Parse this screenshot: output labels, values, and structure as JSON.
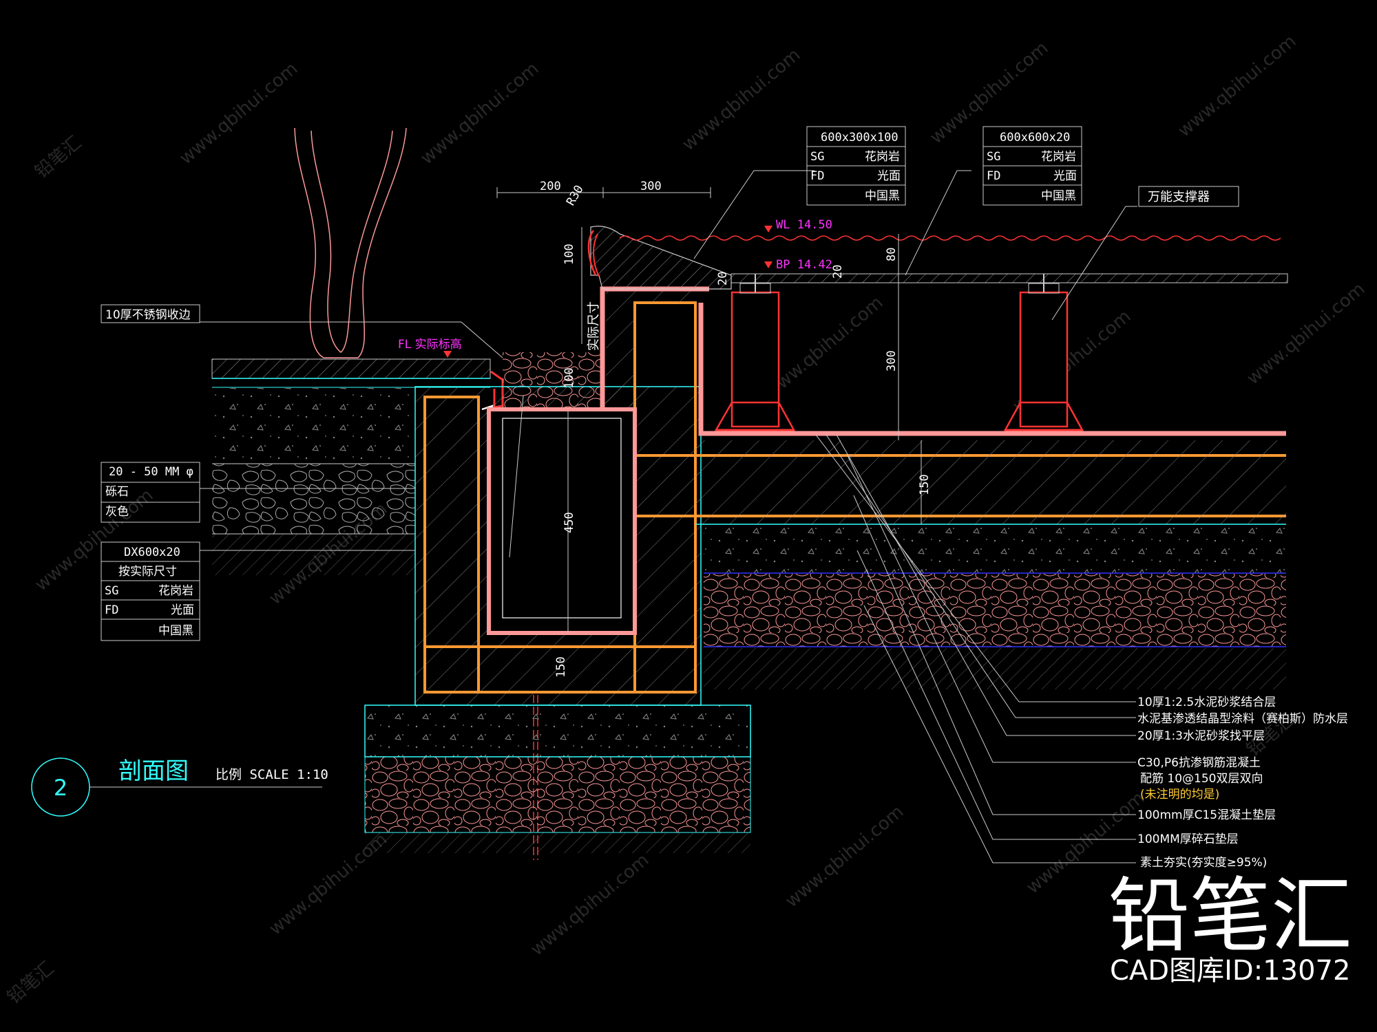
{
  "top_dims": [
    "200",
    "300"
  ],
  "radius": "R30",
  "side_dims": [
    "100",
    "100",
    "80",
    "300",
    "20",
    "20",
    "450",
    "150",
    "150"
  ],
  "actual_size": "实际尺寸",
  "wl": "WL 14.50",
  "bp": "BP 14.42",
  "fl": "FL 实际标高",
  "edge_label": "10厚不锈钢收边",
  "coping_table": {
    "size": "600x300x100",
    "r1a": "SG",
    "r1b": "花岗岩",
    "r2a": "FD",
    "r2b": "光面",
    "r3": "中国黑"
  },
  "deck_table": {
    "size": "600x600x20",
    "r1a": "SG",
    "r1b": "花岗岩",
    "r2a": "FD",
    "r2b": "光面",
    "r3": "中国黑"
  },
  "support_label": "万能支撑器",
  "gravel_table": {
    "r1": "20 - 50 MM φ",
    "r2": "砾石",
    "r3": "灰色"
  },
  "grate_table": {
    "r1": "DX600x20",
    "r2": "按实际尺寸",
    "r3a": "SG",
    "r3b": "花岗岩",
    "r4a": "FD",
    "r4b": "光面",
    "r5": "中国黑"
  },
  "legend": {
    "l1": "10厚1:2.5水泥砂浆结合层",
    "l2": "水泥基渗透结晶型涂料（赛柏斯）防水层",
    "l3": "20厚1:3水泥砂浆找平层",
    "l4": "C30,P6抗渗钢筋混凝土",
    "l5": "配筋￼     10@150双层双向",
    "l6": "(未注明的均是)",
    "l7": "100mm厚C15混凝土垫层",
    "l8": "100MM厚碎石垫层",
    "l9": "素土夯实(夯实度≥95%)"
  },
  "title": {
    "num": "2",
    "name": "剖面图",
    "scale": "比例 SCALE 1:10"
  },
  "brand": {
    "logo": "铅笔汇",
    "id": "CAD图库ID:13072"
  },
  "watermark": "www.qbihui.com",
  "colors": {
    "bg": "#000000",
    "concrete": "#ff9933",
    "cyan": "#33ffff",
    "white": "#ffffff",
    "magenta": "#ff33ff",
    "red": "#ff3333",
    "blue": "#3333ff",
    "pink": "#ff9999"
  }
}
